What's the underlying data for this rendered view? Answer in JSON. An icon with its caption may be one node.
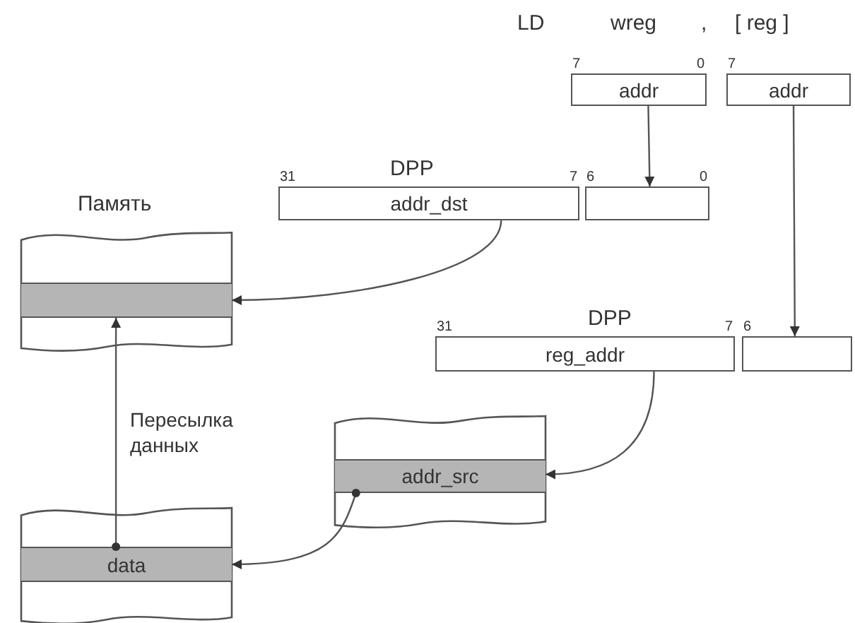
{
  "diagram": {
    "nodes": [
      {
        "text": [
          "addr"
        ],
        "beside": [
          "7",
          "0"
        ]
      },
      {
        "text": [
          "addr"
        ],
        "beside": [
          "7"
        ]
      },
      {
        "text": [
          "DPP",
          "addr_dst"
        ],
        "beside": [
          "31",
          "7"
        ]
      },
      {
        "text": [],
        "shape": "box",
        "beside": [
          "6",
          "0"
        ]
      },
      {
        "text": [
          "Память"
        ]
      },
      {
        "text": [],
        "shape": "bar",
        "in": 4
      },
      {
        "text": [
          "DPP",
          "reg_addr"
        ],
        "beside": [
          "31",
          "7"
        ]
      },
      {
        "text": [],
        "shape": "box",
        "beside": [
          "6"
        ]
      },
      {
        "text": [],
        "shape": "box"
      },
      {
        "text": [
          "addr_src"
        ],
        "in": 8
      },
      {
        "text": [],
        "shape": "box"
      },
      {
        "text": [
          "data"
        ],
        "in": 10
      }
    ],
    "edges": [
      {
        "from": 0,
        "to": 3,
        "arrow": "to"
      },
      {
        "from": 1,
        "to": 7,
        "arrow": "to"
      },
      {
        "from": 2,
        "to": 5,
        "arrow": "to"
      },
      {
        "from": 6,
        "to": 9,
        "arrow": "to"
      },
      {
        "from": 9,
        "to": 11,
        "arrow": "to"
      },
      {
        "from": 11,
        "to": 5,
        "arrow": "to",
        "label": "Пересылка данных"
      }
    ],
    "labels": [
      "LD",
      "wreg",
      ",",
      "[ reg ]"
    ]
  }
}
